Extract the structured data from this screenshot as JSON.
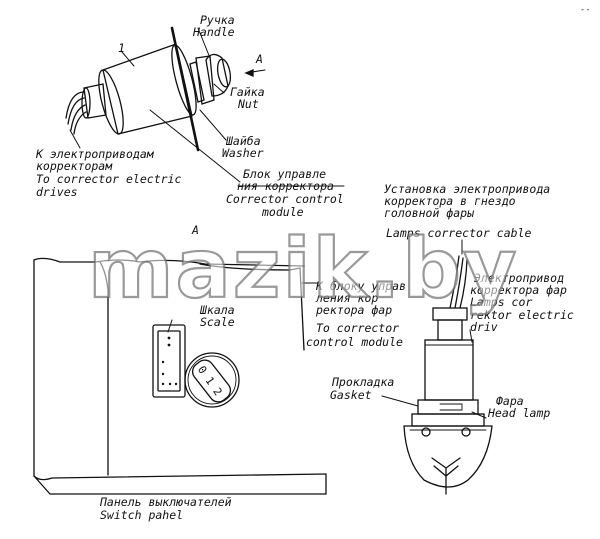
{
  "labels": {
    "handle_ru": "Ручка",
    "handle_en": "Handle",
    "view_a_arrow": "A",
    "part_number": "1",
    "nut_ru": "Гайка",
    "nut_en": "Nut",
    "washer_ru": "Шайба",
    "washer_en": "Washer",
    "to_drives_ru_1": "К электроприводам",
    "to_drives_ru_2": "корректорам",
    "to_drives_en_1": "To corrector electric",
    "to_drives_en_2": "drives",
    "control_block_ru_1": "Блок управле",
    "control_block_ru_2": "ния корректора",
    "control_block_en_1": "Corrector control",
    "control_block_en_2": "module",
    "install_ru_1": "Установка электропривода",
    "install_ru_2": "корректора в гнездо",
    "install_ru_3": "головной фары",
    "lamps_cable": "Lamps corrector cable",
    "view_a_title": "A",
    "to_module_ru_1": "К блоку управ",
    "to_module_ru_2": "ления кор",
    "to_module_ru_3": "ректора фар",
    "to_module_en_1": "To corrector",
    "to_module_en_2": "control module",
    "drive_ru_1": "Электропривод",
    "drive_ru_2": "корректора фар",
    "drive_en_1": "Lamps cor",
    "drive_en_2": "rektor electric",
    "drive_en_3": "driv",
    "scale_ru": "Шкала",
    "scale_en": "Scale",
    "gasket_ru": "Прокладка",
    "gasket_en": "Gasket",
    "headlamp_ru": "Фара",
    "headlamp_en": "Head lamp",
    "panel_ru": "Панель выключателей",
    "panel_en": "Switch pahel",
    "corner_mark": "--"
  },
  "watermark": "mazik.by",
  "colors": {
    "ink": "#111111",
    "paper": "#ffffff",
    "watermark_outline": "#6e6e6e"
  }
}
